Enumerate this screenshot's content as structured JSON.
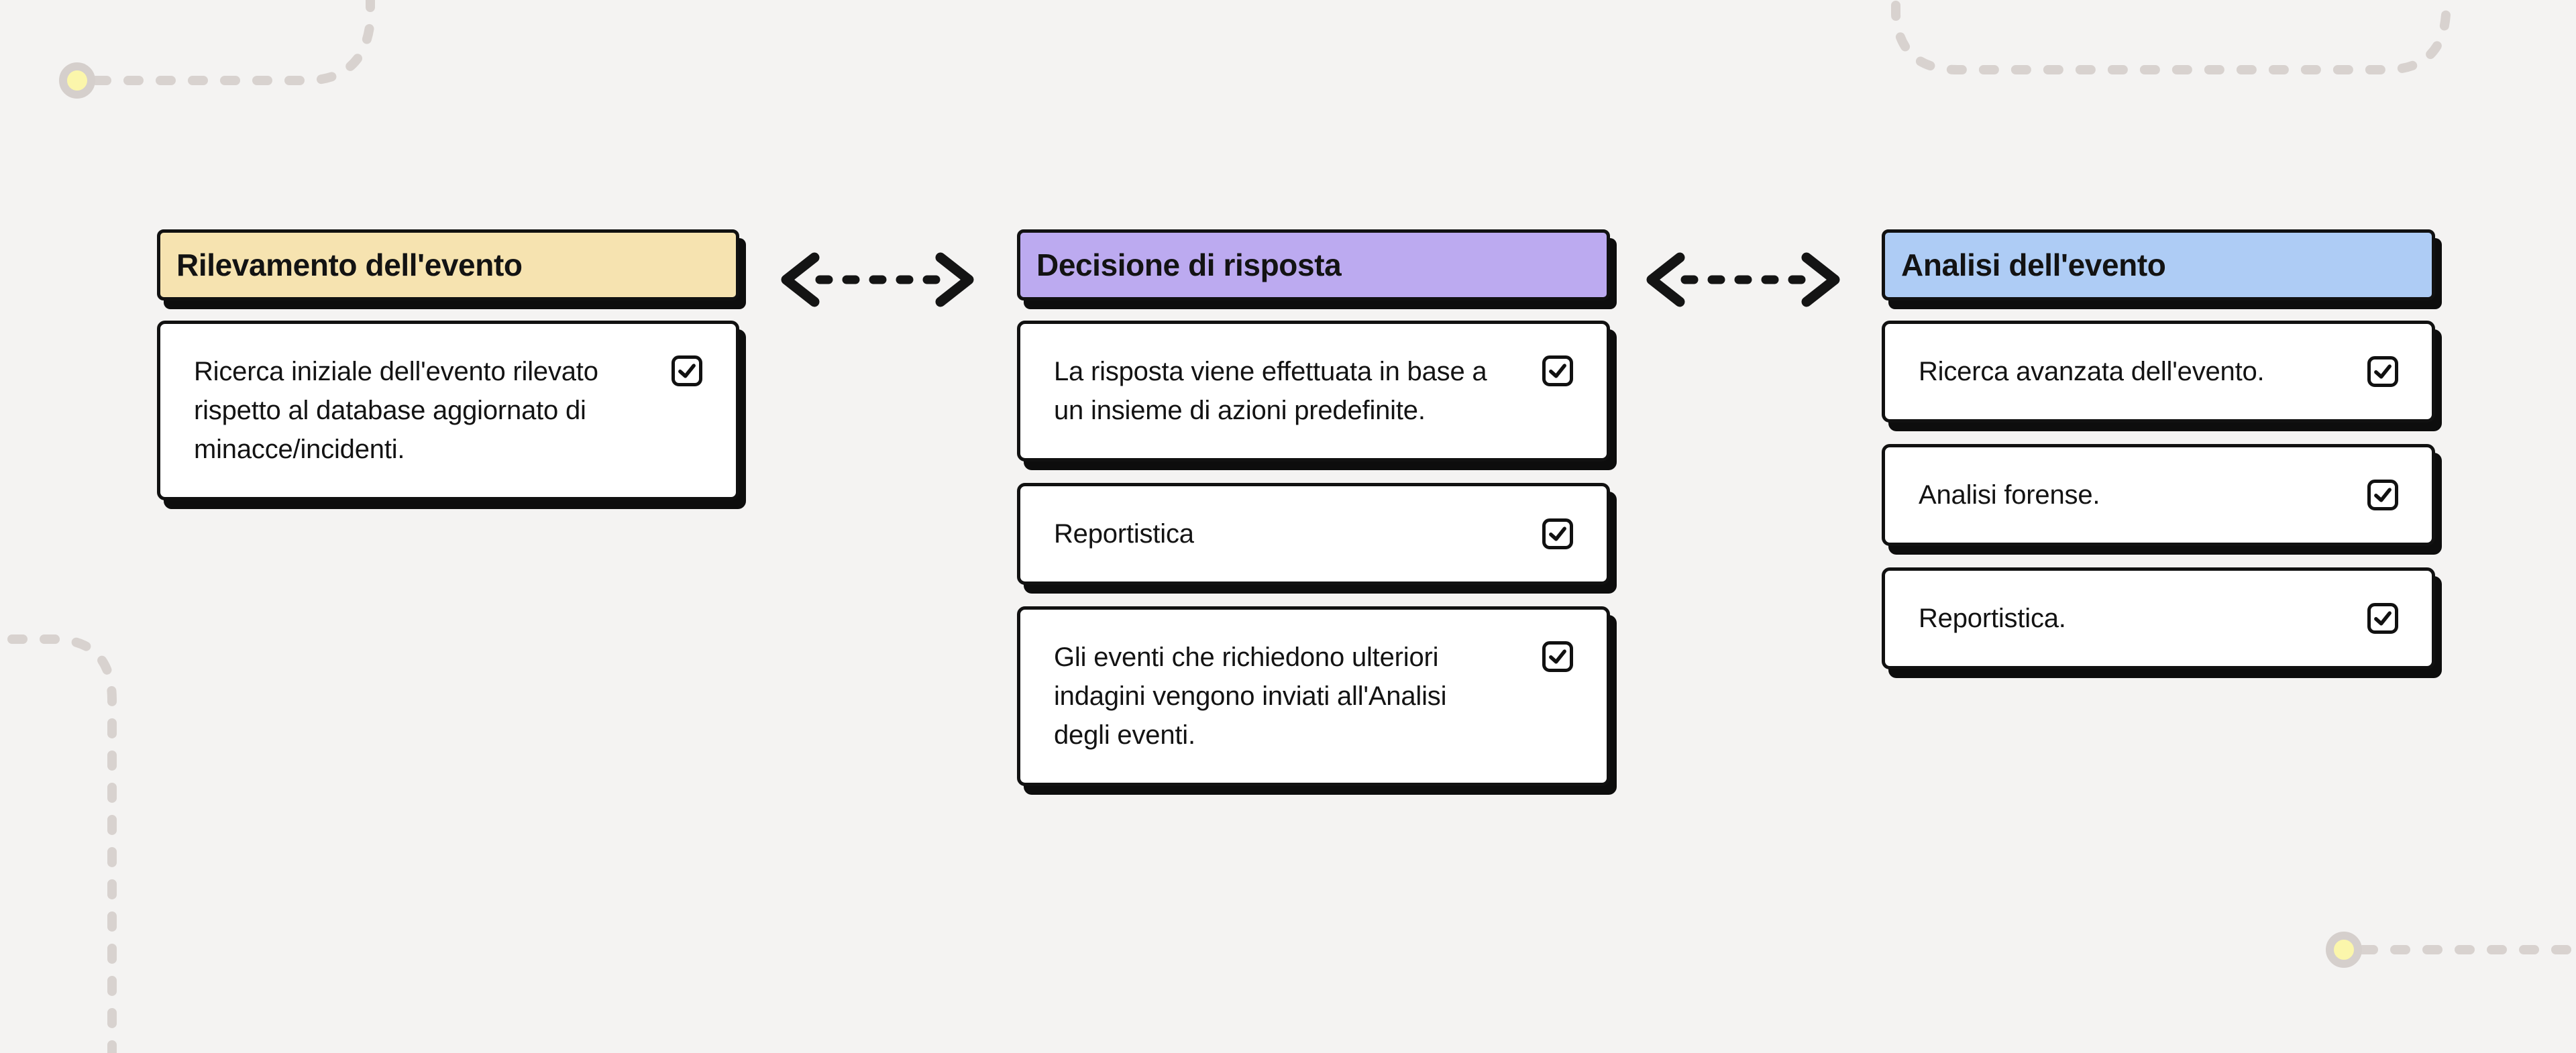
{
  "diagram": {
    "background_color": "#f4f3f2",
    "card_border_color": "#111111",
    "shadow_color": "#0d0d0d",
    "columns": [
      {
        "header": {
          "label": "Rilevamento dell'evento",
          "color": "#f6e3b0"
        },
        "cards": [
          {
            "text": "Ricerca iniziale dell'evento rilevato rispetto al database aggiornato di minacce/incidenti.",
            "checked": true
          }
        ]
      },
      {
        "header": {
          "label": "Decisione di risposta",
          "color": "#bcaaf0"
        },
        "cards": [
          {
            "text": "La risposta viene effettuata in base a un insieme di azioni predefinite.",
            "checked": true
          },
          {
            "text": "Reportistica",
            "checked": true
          },
          {
            "text": "Gli eventi che richiedono ulteriori indagini vengono inviati all'Analisi degli eventi.",
            "checked": true
          }
        ]
      },
      {
        "header": {
          "label": "Analisi dell'evento",
          "color": "#aeccf5"
        },
        "cards": [
          {
            "text": "Ricerca avanzata dell'evento.",
            "checked": true
          },
          {
            "text": "Analisi forense.",
            "checked": true
          },
          {
            "text": "Reportistica.",
            "checked": true
          }
        ]
      }
    ],
    "connectors": [
      {
        "type": "dashed-double-arrow",
        "from": "Rilevamento dell'evento",
        "to": "Decisione di risposta",
        "color": "#141414"
      },
      {
        "type": "dashed-double-arrow",
        "from": "Decisione di risposta",
        "to": "Analisi dell'evento",
        "color": "#141414"
      }
    ],
    "decorations": {
      "dash_color": "#d8d2cf",
      "node_ring_color": "#d5cfcc",
      "node_fill_color": "#fbf6ab",
      "corners": [
        "top-left",
        "top-right",
        "bottom-left",
        "bottom-right"
      ]
    }
  }
}
